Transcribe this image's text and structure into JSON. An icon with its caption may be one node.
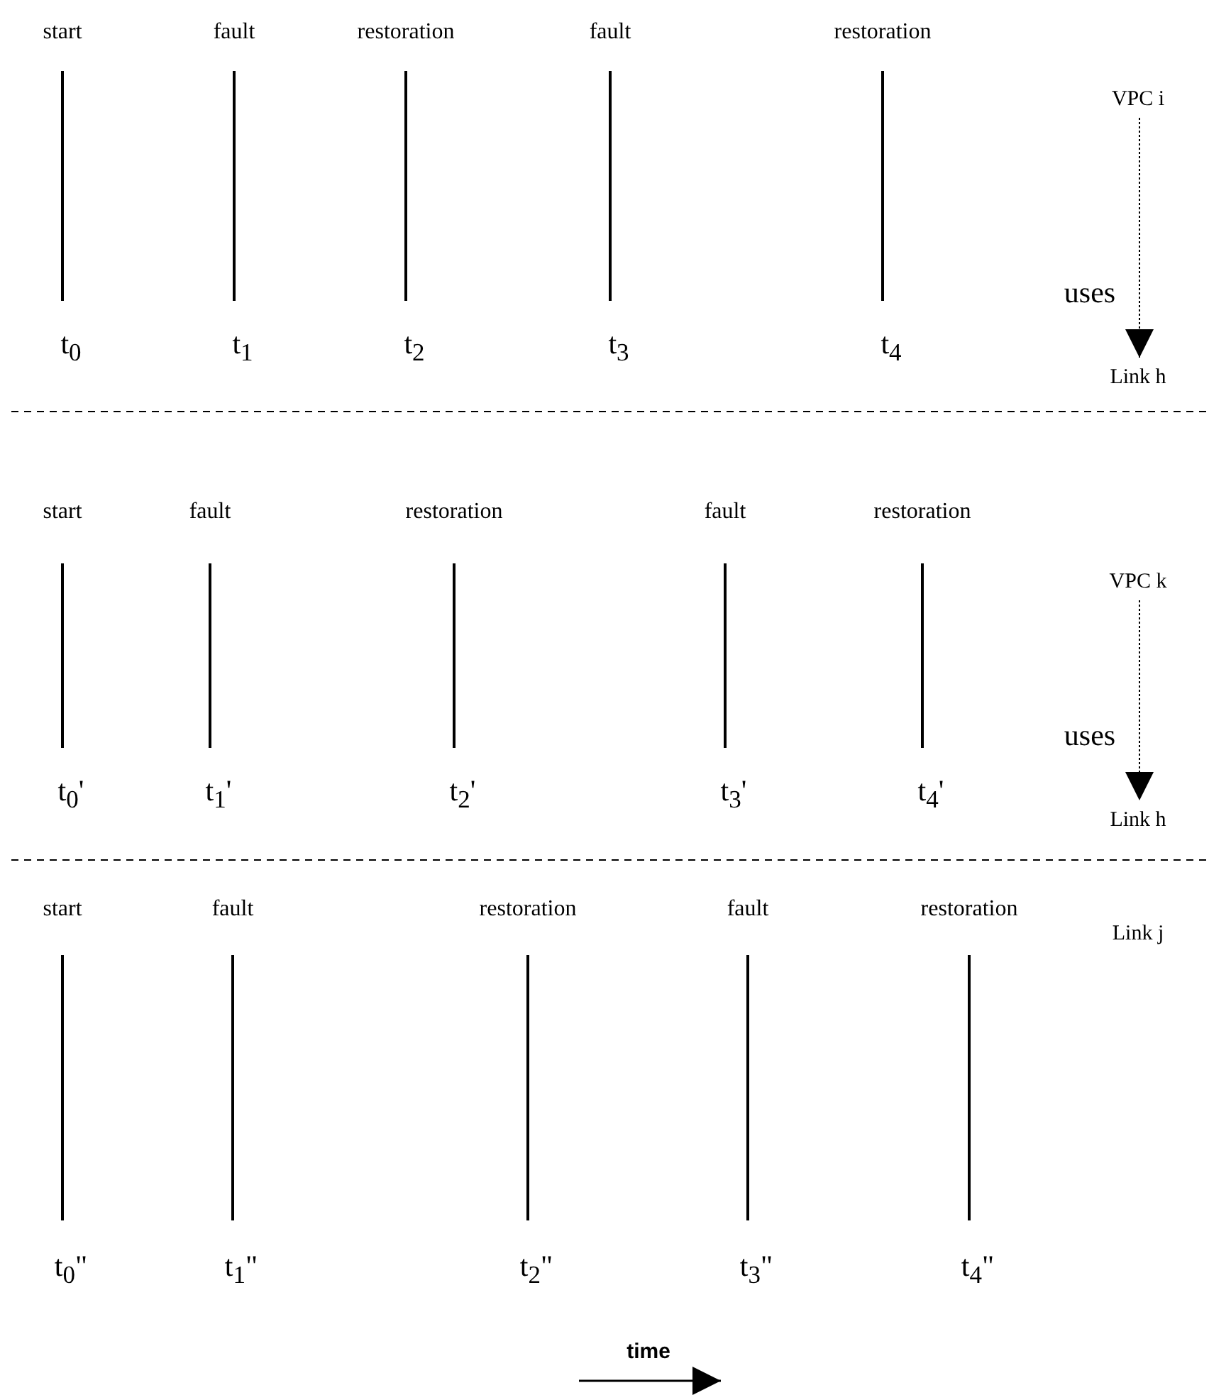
{
  "diagram": {
    "nodes": [
      {
        "text": [
          "VPC i"
        ]
      },
      {
        "text": [
          "Link h"
        ]
      },
      {
        "text": [
          "VPC k"
        ]
      },
      {
        "text": [
          "Link h"
        ]
      }
    ],
    "edges": [
      {
        "from": 0,
        "to": 1,
        "arrow": "to",
        "label": "uses",
        "style": "dashed"
      },
      {
        "from": 2,
        "to": 3,
        "arrow": "to",
        "label": "uses",
        "style": "dashed"
      }
    ],
    "labels": [
      "start",
      "fault",
      "restoration",
      "fault",
      "restoration",
      "t$_{0}$",
      "t$_{1}$",
      "t$_{2}$",
      "t$_{3}$",
      "t$_{4}$",
      "start",
      "fault",
      "restoration",
      "fault",
      "restoration",
      "t$_{0}$'",
      "t$_{1}$'",
      "t$_{2}$'",
      "t$_{3}$'",
      "t$_{4}$'",
      "start",
      "fault",
      "restoration",
      "fault",
      "restoration",
      "t$_{0}$\"",
      "t$_{1}$\"",
      "t$_{2}$\"",
      "t$_{3}$\"",
      "t$_{4}$\"",
      "Link j",
      "time"
    ]
  }
}
